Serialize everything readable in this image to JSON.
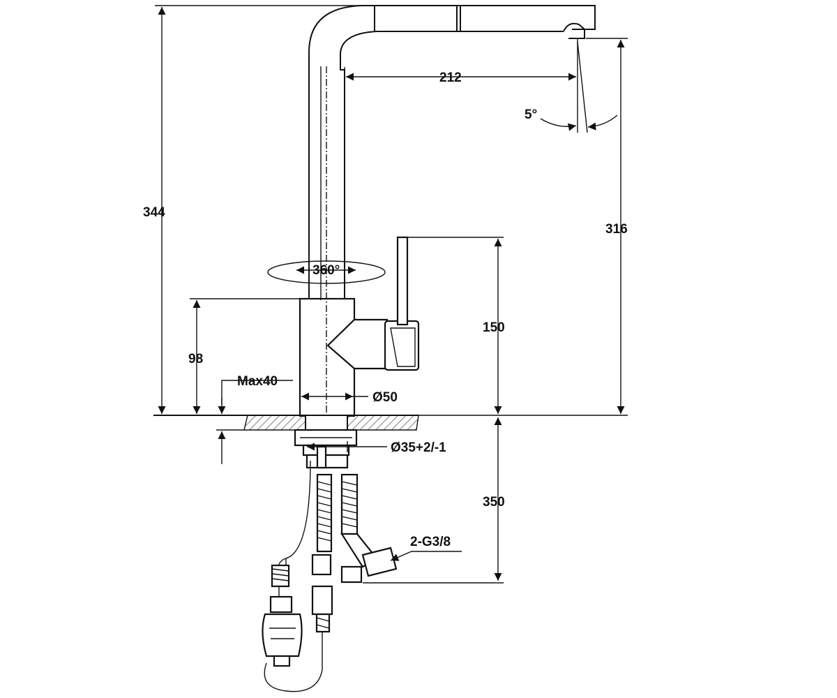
{
  "dimensions": {
    "total_height": "344",
    "spout_reach": "212",
    "spout_angle": "5°",
    "spout_height": "316",
    "swivel": "360°",
    "lever_height": "150",
    "body_height": "98",
    "max_deck": "Max40",
    "base_diameter": "Ø50",
    "hole_diameter": "Ø35+2/-1",
    "hose_length": "350",
    "connection": "2-G3/8"
  }
}
